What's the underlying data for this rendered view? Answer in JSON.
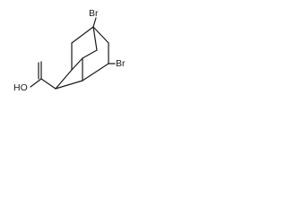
{
  "molecule": {
    "labels": {
      "br_top": "Br",
      "br_right": "Br",
      "acid": "HO"
    },
    "colors": {
      "bond": "#1a1a1a",
      "text": "#1a1a1a",
      "background": "#ffffff"
    }
  }
}
